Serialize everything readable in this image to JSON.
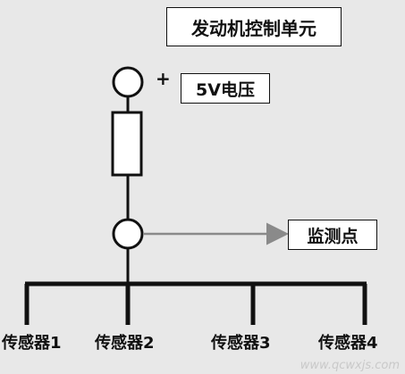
{
  "title": "发动机控制单元",
  "supply_label": "5V电压",
  "plus_sign": "+",
  "monitor_label": "监测点",
  "sensors": [
    "传感器1",
    "传感器2",
    "传感器3",
    "传感器4"
  ],
  "watermark": "www.qcwxjs.com",
  "colors": {
    "background": "#e8e8e8",
    "line": "#111111",
    "arrow": "#8a8a8a",
    "box_fill": "#ffffff"
  }
}
